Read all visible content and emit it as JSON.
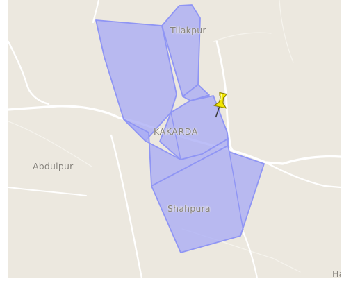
{
  "map": {
    "places": {
      "tilakpur": "Tilakpur",
      "kakarda": "KAKARDA",
      "abdulpur": "Abdulpur",
      "shahpura": "Shahpura",
      "edge_partial": "Ha"
    },
    "marker": {
      "icon": "pushpin-icon",
      "color": "#f2e600"
    },
    "colors": {
      "background": "#ece8df",
      "road": "#ffffff",
      "polygon_fill": "#a9acf5",
      "polygon_stroke": "#8f95f4",
      "label": "#86827b"
    }
  }
}
